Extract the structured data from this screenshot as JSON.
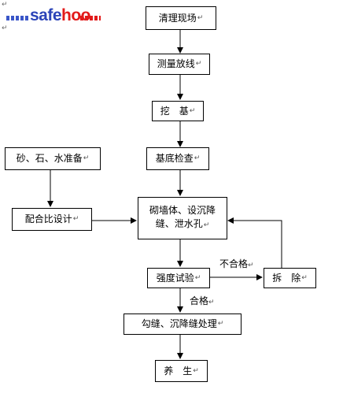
{
  "logo": {
    "word_main": "safe",
    "word_accent": "hoo"
  },
  "pilcrow": "↵",
  "nodes": {
    "clean_site": "清理现场",
    "survey_layout": "测量放线",
    "excavate": "挖　基",
    "inspect_base": "基底检查",
    "materials": "砂、石、水准备",
    "mix_design": "配合比设计",
    "masonry_line1": "砌墙体、设沉降",
    "masonry_line2": "缝、泄水孔",
    "strength_test": "强度试验",
    "demolish": "拆　除",
    "joint_treatment": "勾缝、沉降缝处理",
    "curing": "养　生"
  },
  "edge_labels": {
    "fail": "不合格",
    "pass": "合格"
  }
}
